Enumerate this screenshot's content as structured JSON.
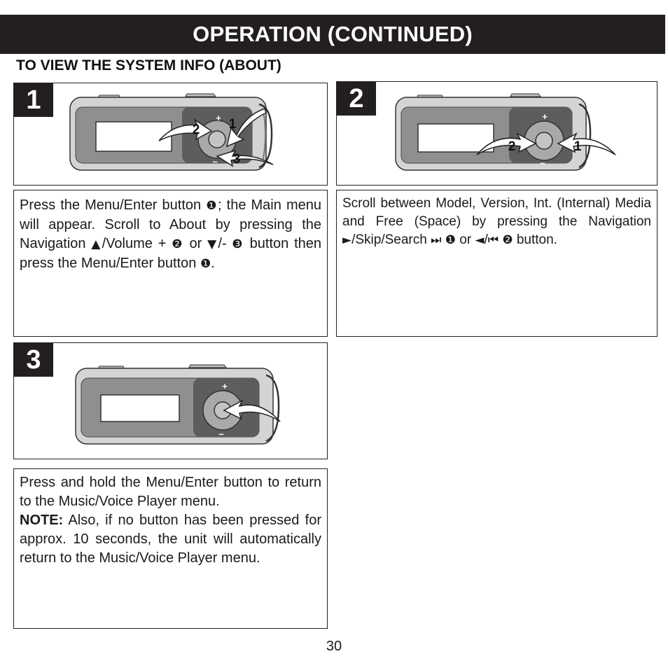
{
  "header": {
    "title": "OPERATION (CONTINUED)"
  },
  "section": {
    "title": "TO VIEW THE SYSTEM INFO (ABOUT)"
  },
  "steps": [
    {
      "number": "1",
      "callouts": [
        "1",
        "2",
        "3"
      ],
      "marks": {
        "plus": "+",
        "minus": "–"
      },
      "text": {
        "t1": "Press the Menu/Enter button ",
        "sym1": "❶",
        "t2": "; the Main menu will appear. Scroll to About by pressing the Navigation ",
        "sym2": "▲",
        "t3": "/Volume + ",
        "sym3": "❷",
        "t4": " or ",
        "sym4": "▼",
        "t5": "/- ",
        "sym5": "❸",
        "t6": " button then press the Menu/Enter button ",
        "sym6": "❶",
        "t7": "."
      }
    },
    {
      "number": "2",
      "callouts": [
        "1",
        "2"
      ],
      "marks": {
        "plus": "+",
        "minus": "–"
      },
      "text": {
        "t1": "Scroll between Model, Version, Int. (Internal) Media and Free (Space) by pressing the Navigation ",
        "sym1": "►",
        "t2": "/Skip/Search ",
        "sym2": "⏭",
        "t3": " ",
        "sym3": "❶",
        "t4": " or  ",
        "sym4": "◄",
        "t5": "/",
        "sym5": "⏮",
        "t6": " ",
        "sym6": "❷",
        "t7": " button."
      }
    },
    {
      "number": "3",
      "marks": {
        "plus": "+",
        "minus": "–"
      },
      "text": {
        "t1": "Press and hold the Menu/Enter button to return to the Music/Voice Player menu.",
        "note_label": "NOTE:",
        "t2": " Also, if no button has been pressed for approx. 10 seconds, the unit will automatically return to the Music/Voice Player menu."
      }
    }
  ],
  "page_number": "30"
}
